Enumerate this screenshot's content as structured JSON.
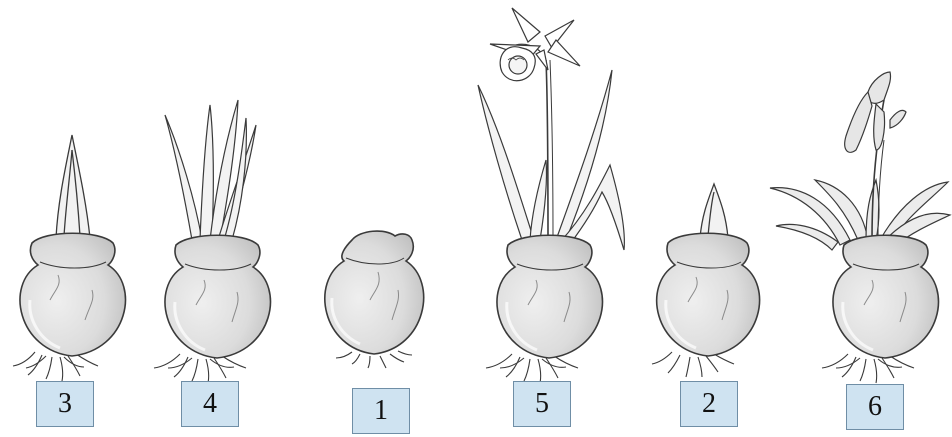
{
  "stages": [
    {
      "label": "3"
    },
    {
      "label": "4"
    },
    {
      "label": "1"
    },
    {
      "label": "5"
    },
    {
      "label": "2"
    },
    {
      "label": "6"
    }
  ],
  "colors": {
    "bulb_fill": "#dcdcdc",
    "bulb_shade": "#c7c7c7",
    "outline": "#3a3a3a",
    "label_fill": "#cfe3f1",
    "label_border": "#6f8ea6"
  }
}
